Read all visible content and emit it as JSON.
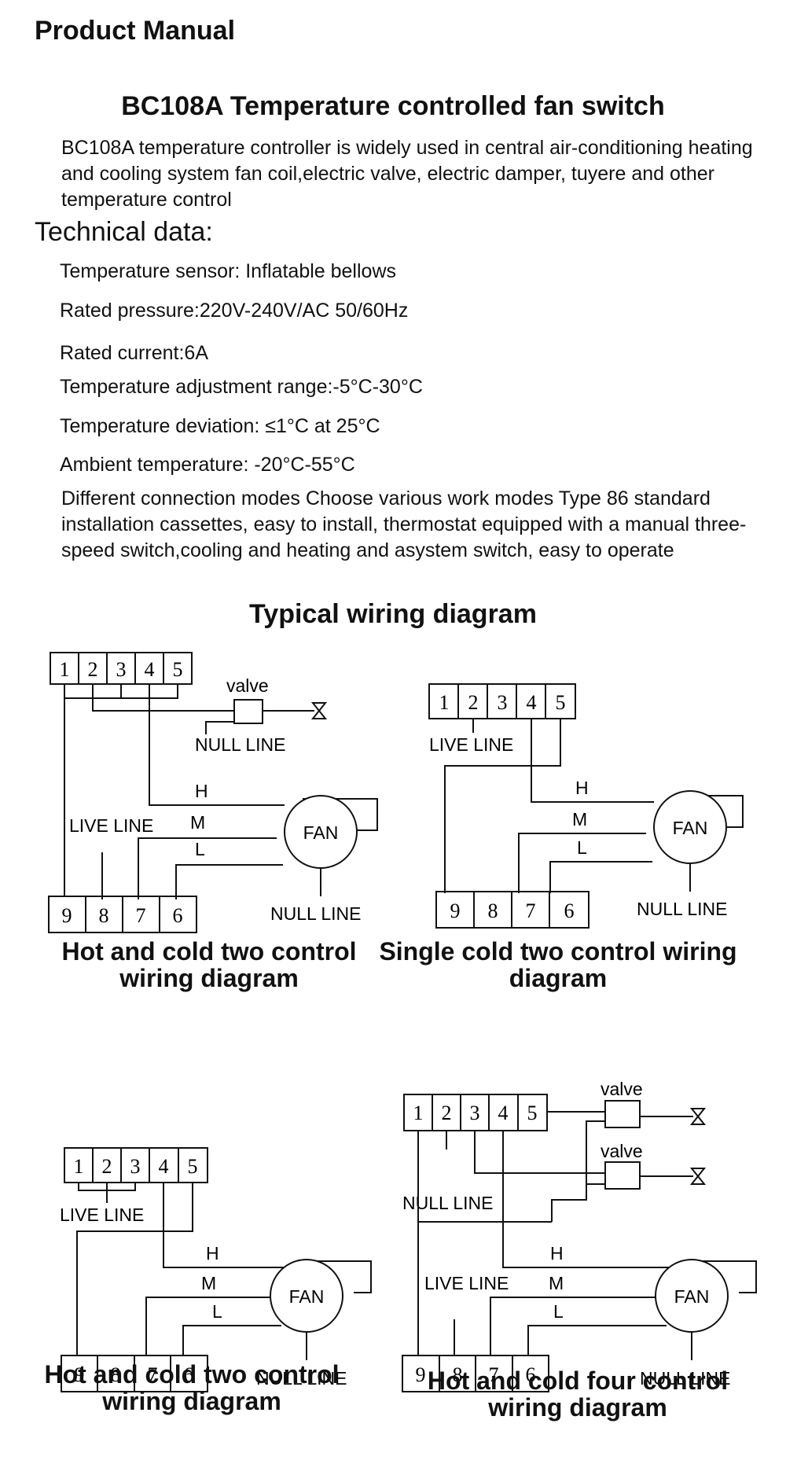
{
  "header": {
    "title": "Product Manual"
  },
  "product": {
    "title": "BC108A Temperature controlled fan switch",
    "intro": "BC108A temperature controller is widely used in central air-conditioning heating and cooling system fan coil,electric valve, electric damper, tuyere and other temperature control"
  },
  "technical": {
    "heading": "Technical data:",
    "specs": [
      "Temperature sensor: Inflatable bellows",
      "Rated pressure:220V-240V/AC  50/60Hz",
      "Rated current:6A",
      "Temperature adjustment range:-5°C-30°C",
      "Temperature deviation: ≤1°C at 25°C",
      "Ambient temperature: -20°C-55°C"
    ],
    "notes": "Different connection modes Choose various work modes Type 86 standard installation cassettes, easy to install, thermostat equipped with a manual three-speed switch,cooling and heating and asystem switch, easy to operate"
  },
  "wiring": {
    "heading": "Typical wiring diagram",
    "terminals_top": [
      "1",
      "2",
      "3",
      "4",
      "5"
    ],
    "terminals_bottom": [
      "9",
      "8",
      "7",
      "6"
    ],
    "labels": {
      "valve": "valve",
      "null_line": "NULL LINE",
      "live_line": "LIVE LINE",
      "fan": "FAN",
      "h": "H",
      "m": "M",
      "l": "L"
    },
    "diagrams": [
      {
        "caption": "Hot and cold two control wiring diagram"
      },
      {
        "caption": "Single cold two control wiring diagram"
      },
      {
        "caption": "Hot and cold two control wiring diagram"
      },
      {
        "caption": "Hot and cold four control wiring diagram"
      }
    ]
  }
}
